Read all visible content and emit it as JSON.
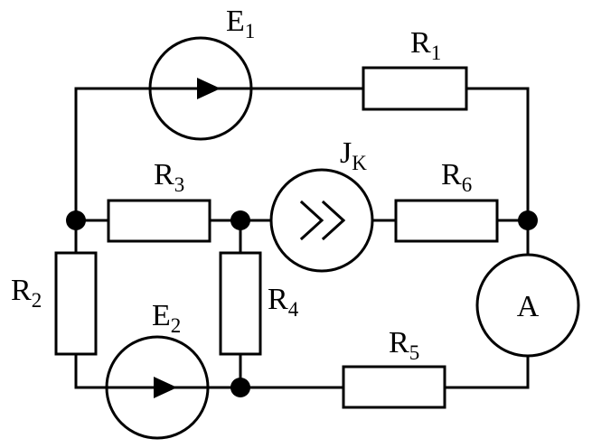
{
  "labels": {
    "e1": {
      "main": "E",
      "sub": "1"
    },
    "e2": {
      "main": "E",
      "sub": "2"
    },
    "jk": {
      "main": "J",
      "sub": "K"
    },
    "r1": {
      "main": "R",
      "sub": "1"
    },
    "r2": {
      "main": "R",
      "sub": "2"
    },
    "r3": {
      "main": "R",
      "sub": "3"
    },
    "r4": {
      "main": "R",
      "sub": "4"
    },
    "r5": {
      "main": "R",
      "sub": "5"
    },
    "r6": {
      "main": "R",
      "sub": "6"
    },
    "ammeter": "A"
  }
}
